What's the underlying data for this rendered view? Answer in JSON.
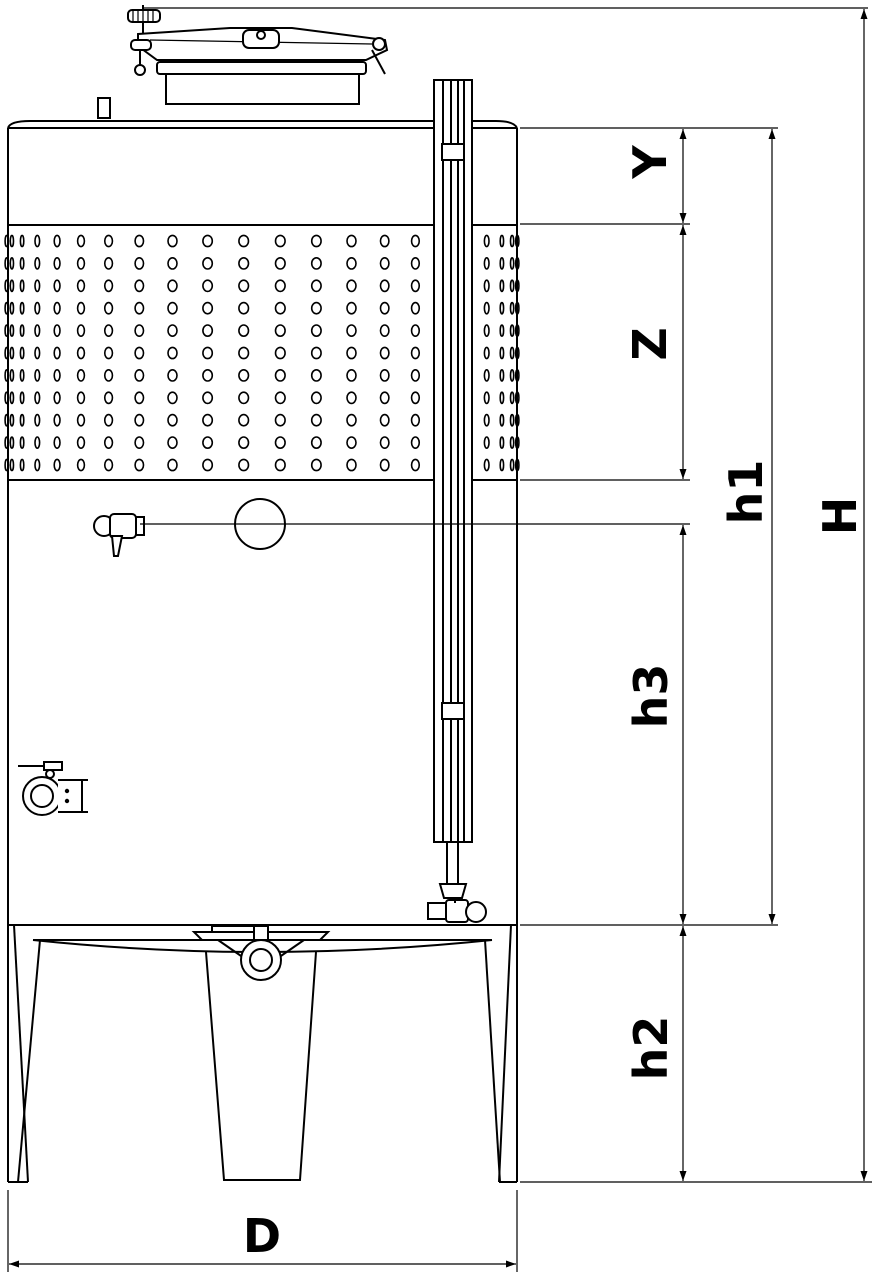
{
  "diagram": {
    "labels": {
      "y": "Y",
      "z": "Z",
      "h1": "h1",
      "h_total": "H",
      "h3": "h3",
      "h2": "h2",
      "d": "D"
    },
    "colors": {
      "line": "#000000",
      "background": "#ffffff"
    },
    "parts": {
      "jacket_hole_columns": 22,
      "jacket_hole_rows": 11
    }
  }
}
